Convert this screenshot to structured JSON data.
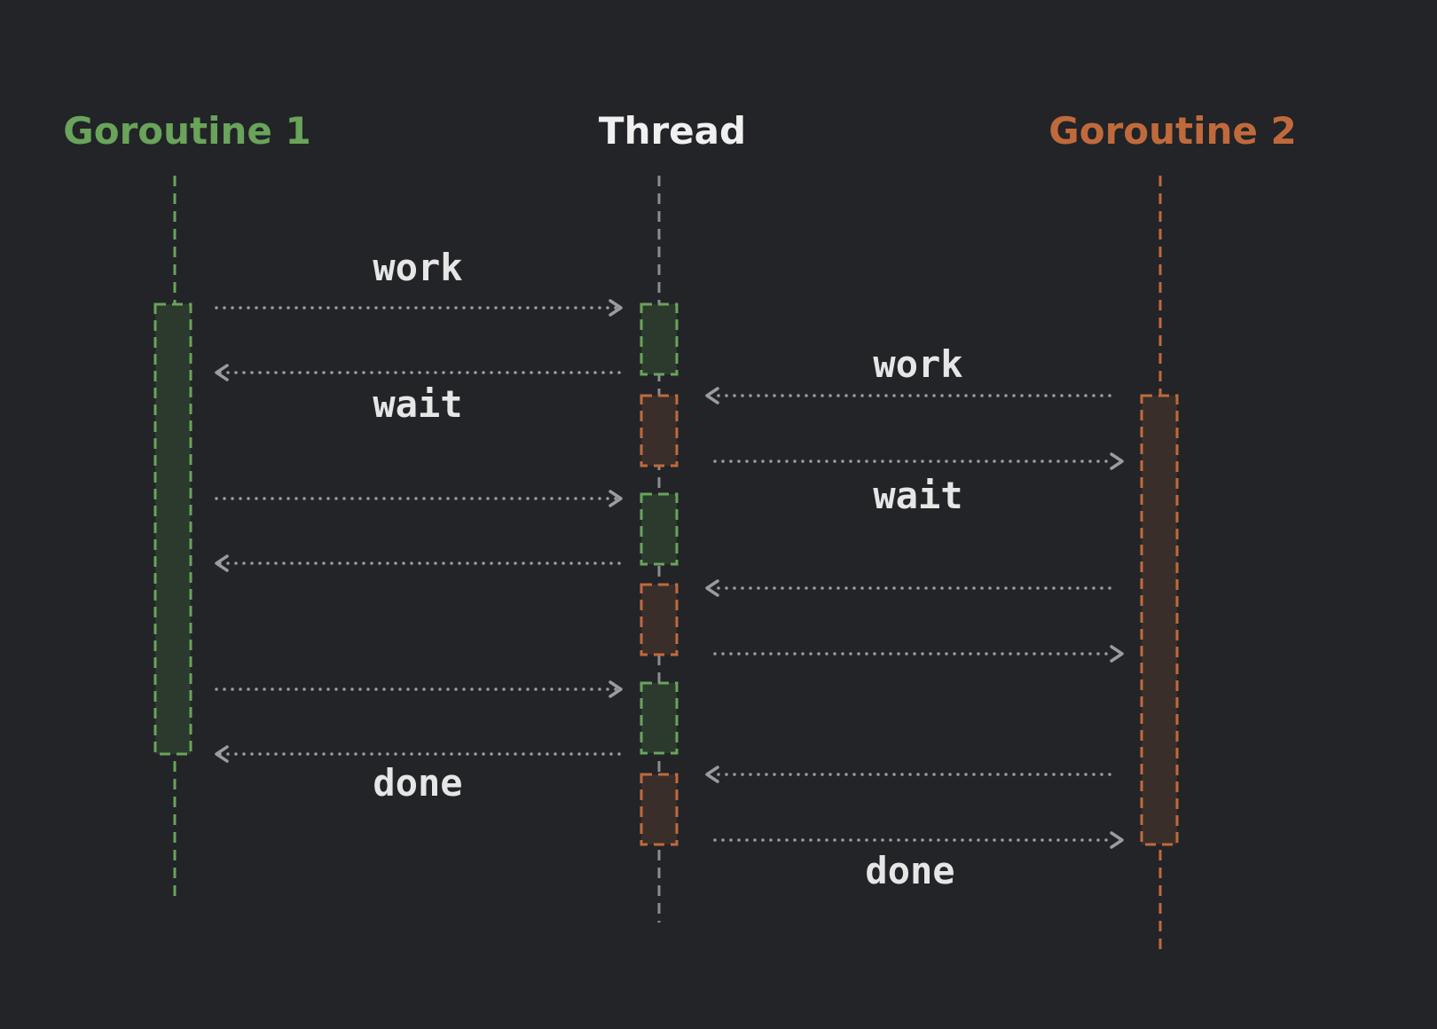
{
  "colors": {
    "background": "#222428",
    "goroutine1": "#6aa35a",
    "goroutine1_fill": "#2c3a2d",
    "thread": "#8a8d93",
    "goroutine2": "#c06a3c",
    "goroutine2_fill": "#3a2e2a",
    "arrow": "#9a9ca1",
    "label": "#e6e6e6",
    "thread_title": "#f0f0f0"
  },
  "lanes": {
    "goroutine1": {
      "title": "Goroutine 1"
    },
    "thread": {
      "title": "Thread"
    },
    "goroutine2": {
      "title": "Goroutine 2"
    }
  },
  "labels": {
    "g1_work": "work",
    "g1_wait": "wait",
    "g1_done": "done",
    "g2_work": "work",
    "g2_wait": "wait",
    "g2_done": "done"
  }
}
